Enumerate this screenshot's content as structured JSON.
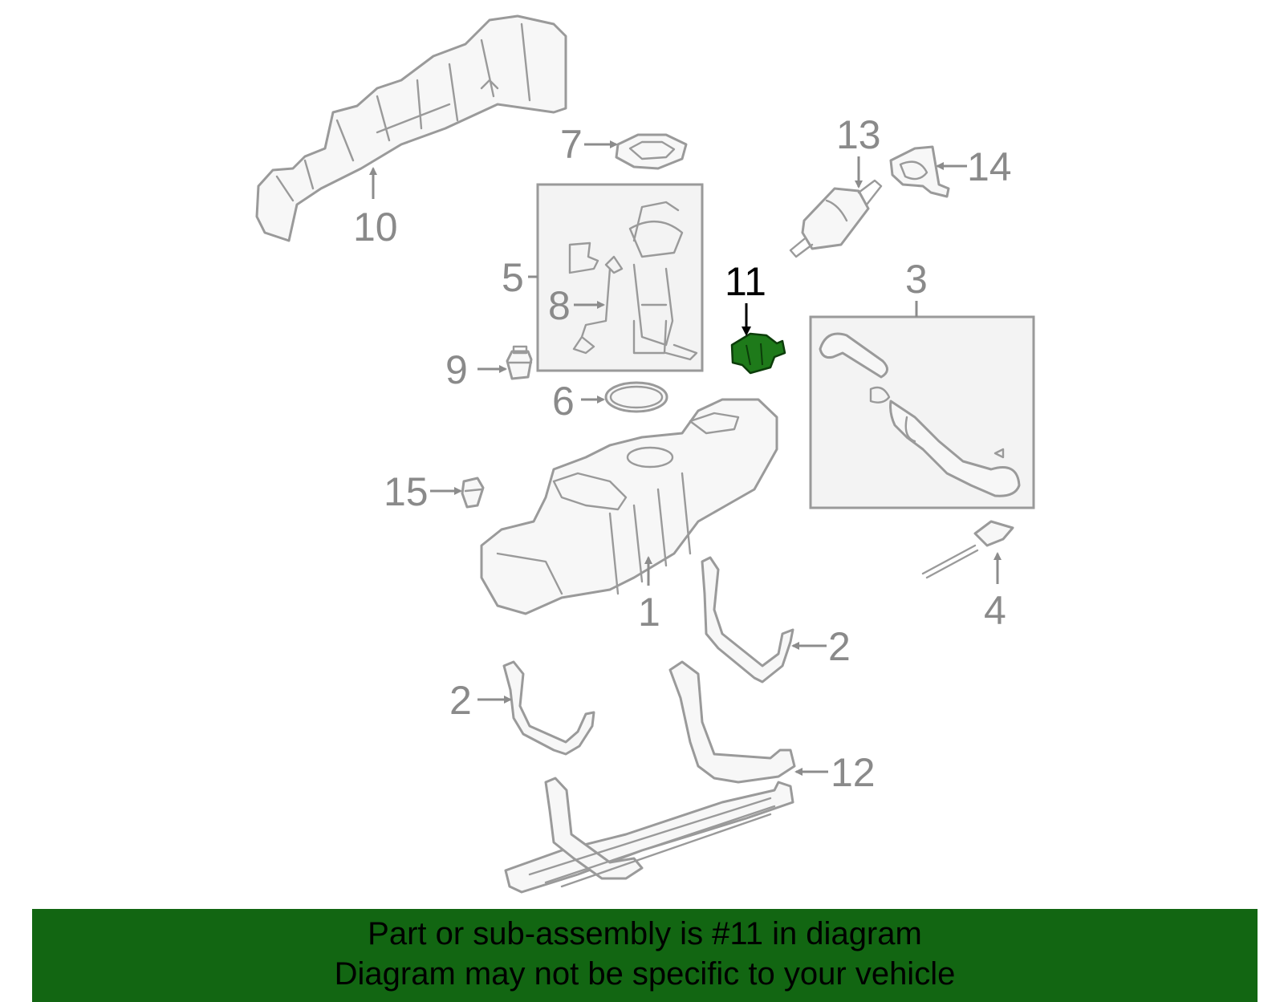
{
  "diagram": {
    "highlight_color": "#126612",
    "highlighted_callout": "11",
    "callouts": {
      "c1": "1",
      "c2a": "2",
      "c2b": "2",
      "c3": "3",
      "c4": "4",
      "c5": "5",
      "c6": "6",
      "c7": "7",
      "c8": "8",
      "c9": "9",
      "c10": "10",
      "c11": "11",
      "c12": "12",
      "c13": "13",
      "c14": "14",
      "c15": "15"
    }
  },
  "banner": {
    "line1": "Part or sub-assembly is #11 in diagram",
    "line2": "Diagram may not be specific to your vehicle"
  }
}
